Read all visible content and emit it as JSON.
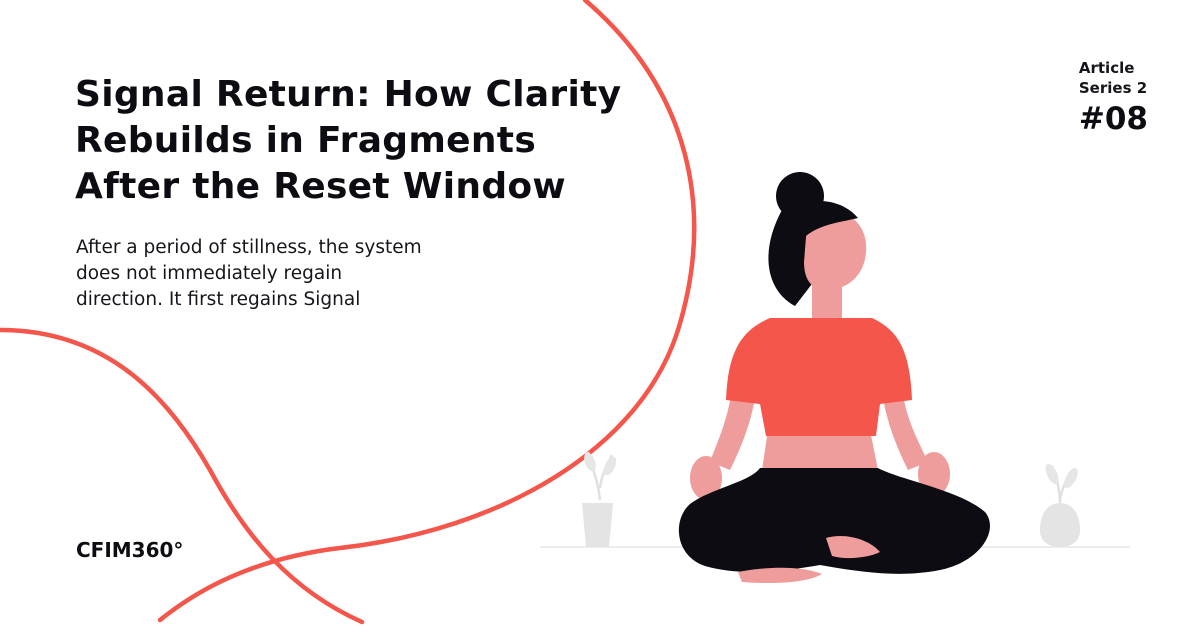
{
  "title_lines": [
    "Signal Return: How Clarity",
    "Rebuilds in Fragments",
    "After the Reset Window"
  ],
  "description_lines": [
    "After a period of stillness, the system",
    "does not immediately regain",
    "direction. It first regains Signal"
  ],
  "series": {
    "label_line1": "Article",
    "label_line2": "Series 2",
    "number": "#08"
  },
  "brand": "CFIM360°",
  "colors": {
    "accent": "#f4564b",
    "text": "#0d0c12",
    "skin": "#ee9c9c",
    "hair": "#0d0c12",
    "plant": "#e4e4e4"
  },
  "icons": {
    "illustration": "meditating-woman-illustration",
    "plant_left": "potted-plant-icon",
    "plant_right": "potted-plant-icon"
  }
}
